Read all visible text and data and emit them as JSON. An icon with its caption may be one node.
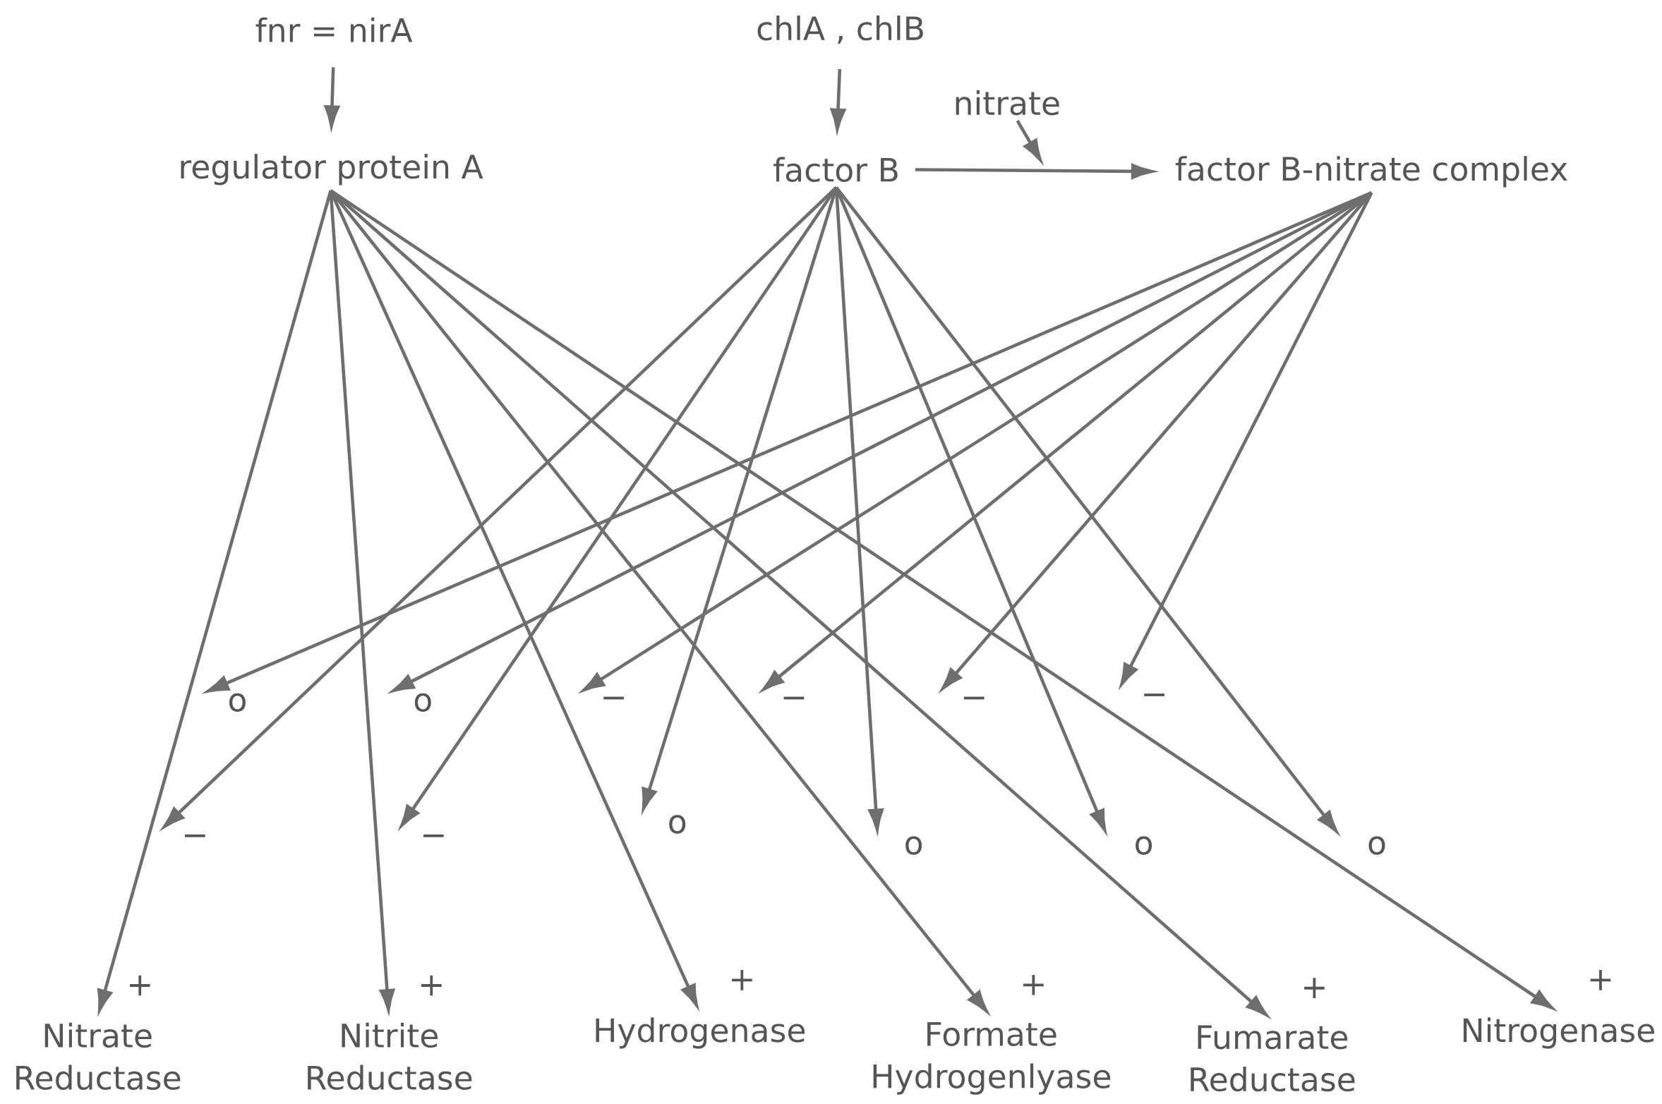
{
  "diagram": {
    "nodes": [
      {
        "text": [
          "fnr = nirA"
        ]
      },
      {
        "text": [
          "chlA , chlB"
        ]
      },
      {
        "text": [
          "nitrate"
        ]
      },
      {
        "text": [
          "regulator protein A"
        ]
      },
      {
        "text": [
          "factor B"
        ]
      },
      {
        "text": [
          "factor B-nitrate complex"
        ]
      },
      {
        "text": [
          "Nitrate Reductase"
        ]
      },
      {
        "text": [
          "Nitrite Reductase"
        ]
      },
      {
        "text": [
          "Hydrogenase"
        ]
      },
      {
        "text": [
          "Formate Hydrogenlyase"
        ]
      },
      {
        "text": [
          "Fumarate Reductase"
        ]
      },
      {
        "text": [
          "Nitrogenase"
        ]
      }
    ],
    "edges": [
      {
        "from": 0,
        "to": 3,
        "arrow": "to"
      },
      {
        "from": 1,
        "to": 4,
        "arrow": "to"
      },
      {
        "from": 4,
        "to": 5,
        "arrow": "to"
      },
      {
        "from": 2,
        "to": null,
        "arrow": "to"
      },
      {
        "from": 3,
        "to": 6,
        "arrow": "to",
        "label": "+"
      },
      {
        "from": 3,
        "to": 7,
        "arrow": "to",
        "label": "+"
      },
      {
        "from": 3,
        "to": 8,
        "arrow": "to",
        "label": "+"
      },
      {
        "from": 3,
        "to": 9,
        "arrow": "to",
        "label": "+"
      },
      {
        "from": 3,
        "to": 10,
        "arrow": "to",
        "label": "+"
      },
      {
        "from": 3,
        "to": 11,
        "arrow": "to",
        "label": "+"
      },
      {
        "from": 4,
        "to": null,
        "arrow": "to",
        "label": "−"
      },
      {
        "from": 4,
        "to": null,
        "arrow": "to",
        "label": "−"
      },
      {
        "from": 4,
        "to": null,
        "arrow": "to",
        "label": "o"
      },
      {
        "from": 4,
        "to": null,
        "arrow": "to",
        "label": "o"
      },
      {
        "from": 4,
        "to": null,
        "arrow": "to",
        "label": "o"
      },
      {
        "from": 4,
        "to": null,
        "arrow": "to",
        "label": "o"
      },
      {
        "from": 5,
        "to": null,
        "arrow": "to",
        "label": "o"
      },
      {
        "from": 5,
        "to": null,
        "arrow": "to",
        "label": "o"
      },
      {
        "from": 5,
        "to": null,
        "arrow": "to",
        "label": "−"
      },
      {
        "from": 5,
        "to": null,
        "arrow": "to",
        "label": "−"
      },
      {
        "from": 5,
        "to": null,
        "arrow": "to",
        "label": "−"
      },
      {
        "from": 5,
        "to": null,
        "arrow": "to",
        "label": "−"
      }
    ]
  }
}
